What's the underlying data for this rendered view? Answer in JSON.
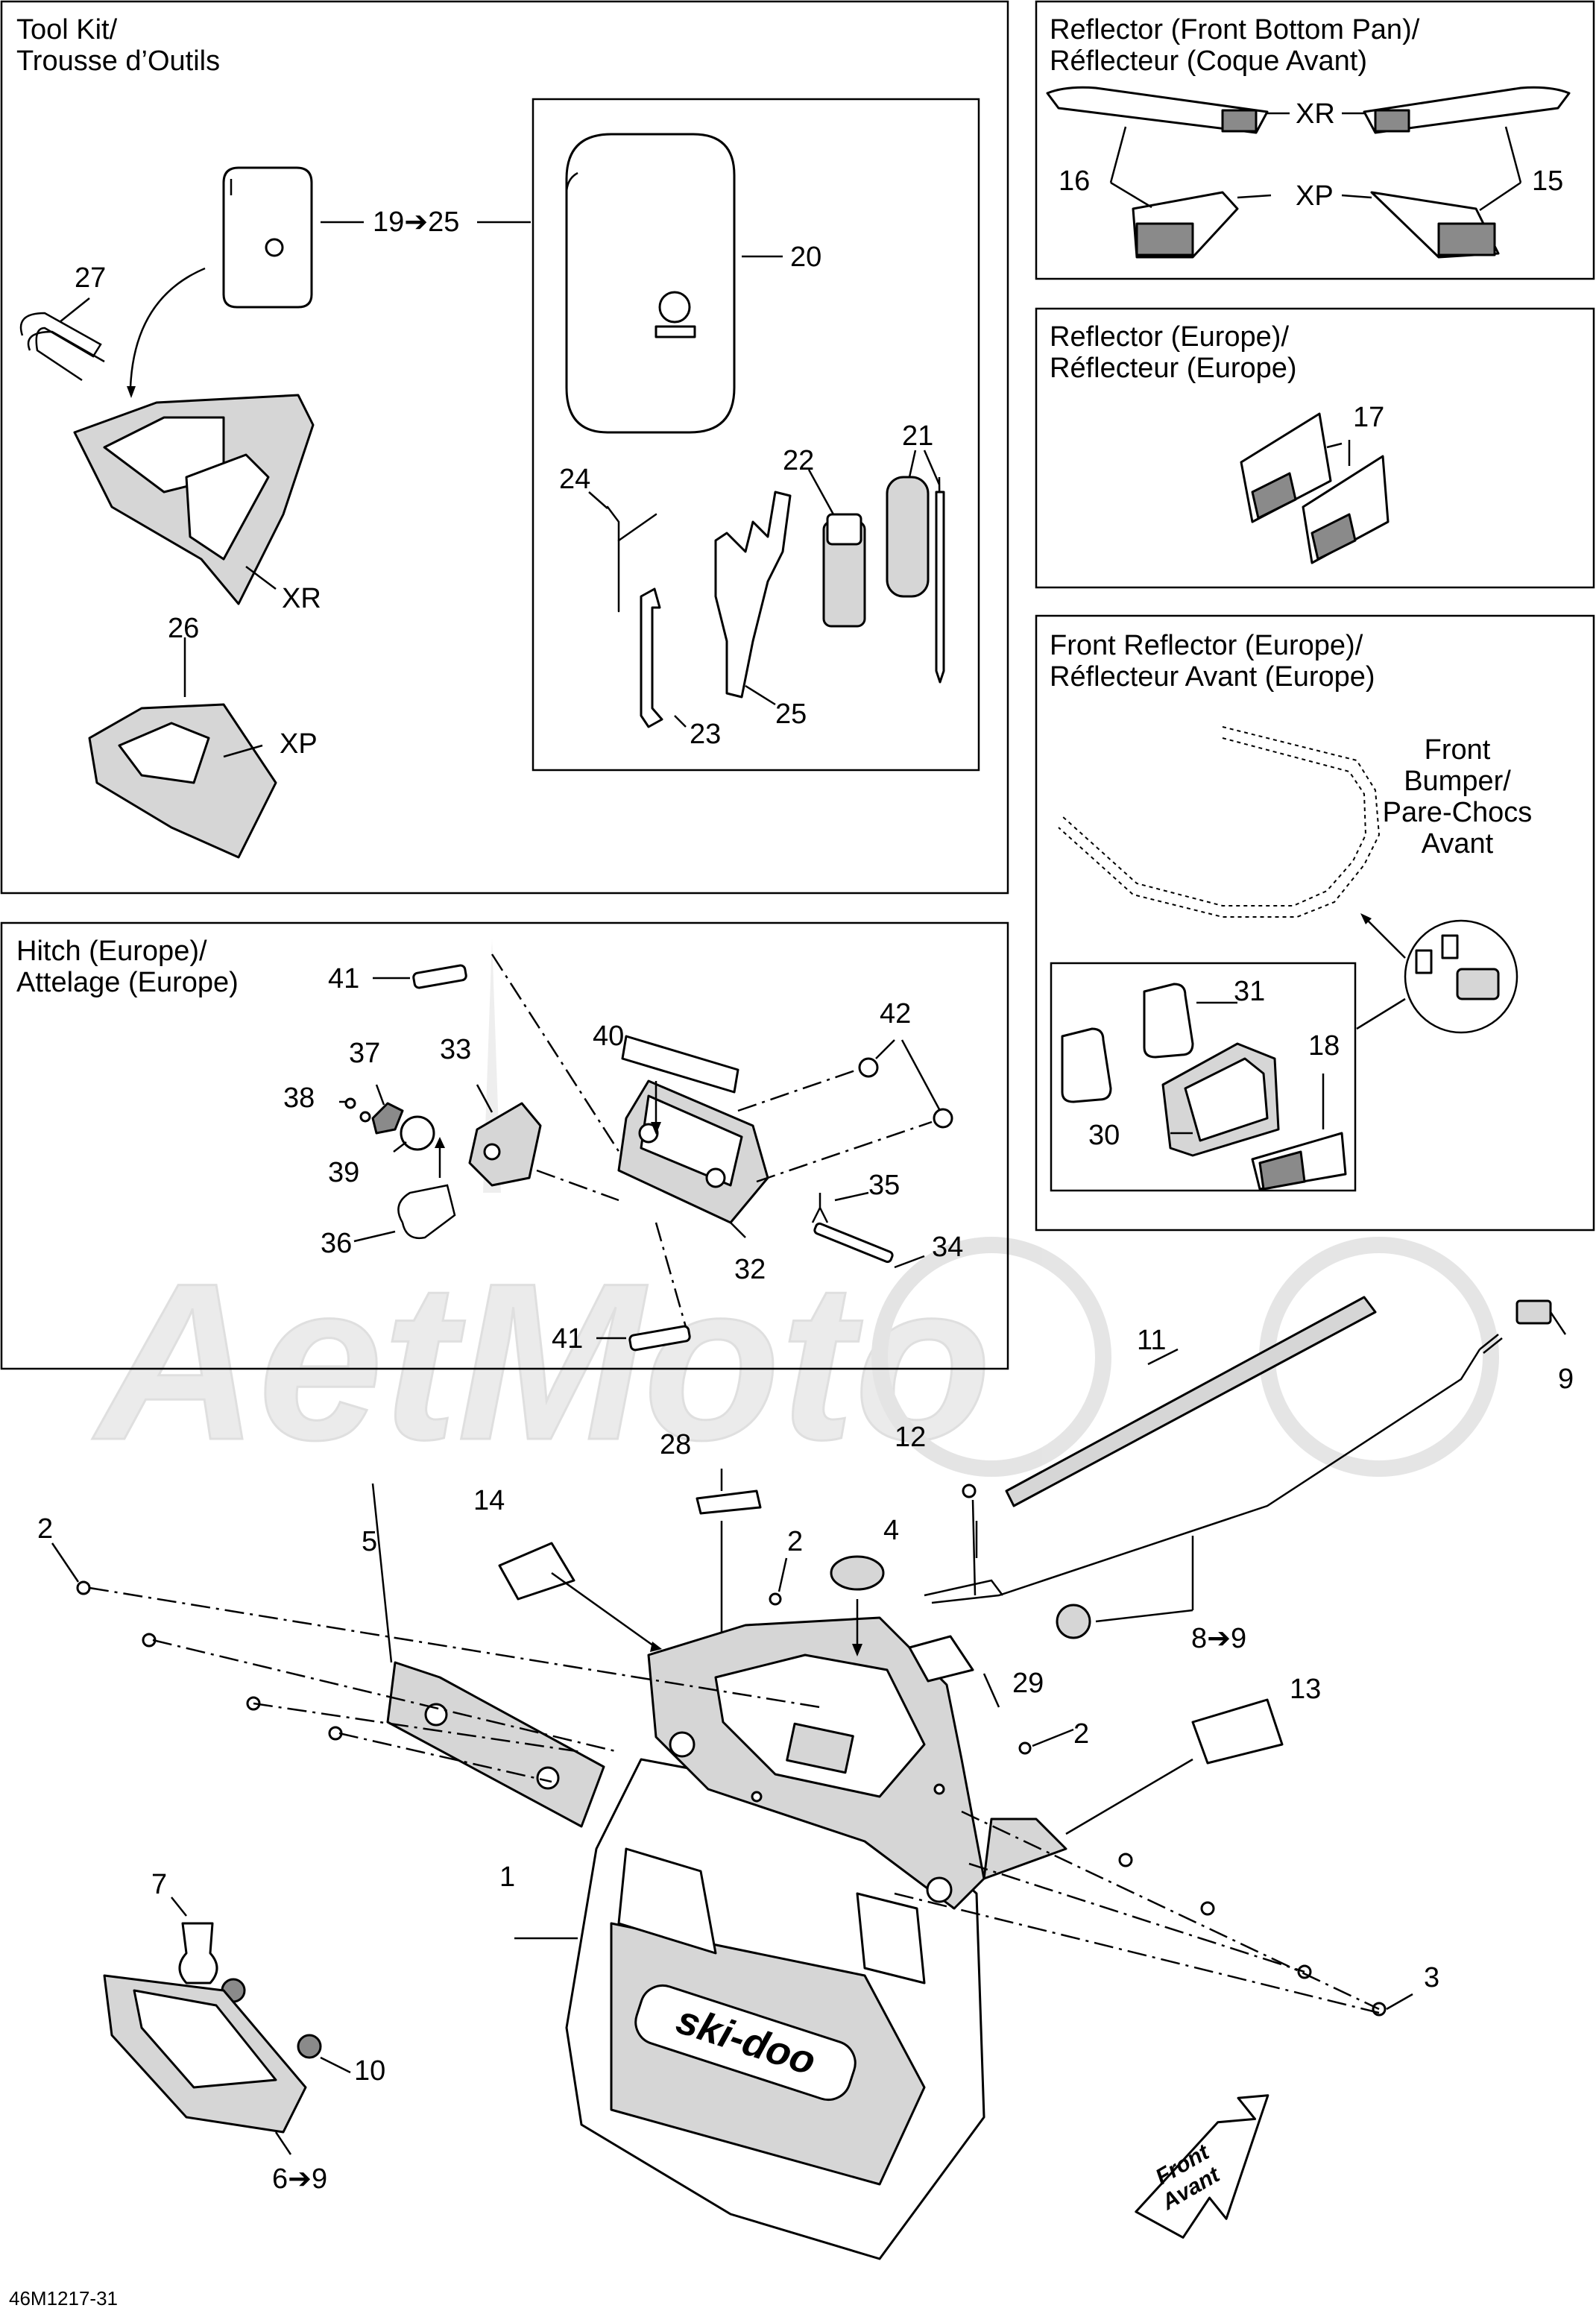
{
  "boxes": {
    "tool_kit": [
      "Tool Kit/",
      "Trousse d’Outils"
    ],
    "reflector_front_bottom": [
      "Reflector (Front Bottom Pan)/",
      "Réflecteur (Coque Avant)"
    ],
    "reflector_europe": [
      "Reflector (Europe)/",
      "Réflecteur (Europe)"
    ],
    "front_reflector_europe": [
      "Front Reflector (Europe)/",
      "Réflecteur Avant (Europe)"
    ],
    "hitch_europe": [
      "Hitch (Europe)/",
      "Attelage (Europe)"
    ]
  },
  "front_bumper": [
    "Front",
    "Bumper/",
    "Pare-Chocs",
    "Avant"
  ],
  "front_arrow": [
    "Front",
    "Avant"
  ],
  "brand_badge": "ski-doo",
  "watermark": "AetMoto",
  "figure_code": "46M1217-31",
  "labels": {
    "l1": "1",
    "l2a": "2",
    "l2b": "2",
    "l2c": "2",
    "l3": "3",
    "l4": "4",
    "l5": "5",
    "l6": "6➔9",
    "l7": "7",
    "l8": "8➔9",
    "l9": "9",
    "l10": "10",
    "l11": "11",
    "l12": "12",
    "l13": "13",
    "l14": "14",
    "l15": "15",
    "l16": "16",
    "l17": "17",
    "l18": "18",
    "l19": "19➔25",
    "l20": "20",
    "l21": "21",
    "l22": "22",
    "l23": "23",
    "l24": "24",
    "l25": "25",
    "l26": "26",
    "l27": "27",
    "l28": "28",
    "l29": "29",
    "l30": "30",
    "l31": "31",
    "l32": "32",
    "l33": "33",
    "l34": "34",
    "l35": "35",
    "l36": "36",
    "l37": "37",
    "l38": "38",
    "l39": "39",
    "l40": "40",
    "l41a": "41",
    "l41b": "41",
    "l42": "42",
    "xr_tool": "XR",
    "xp_tool": "XP",
    "xr_refl": "XR",
    "xp_refl": "XP"
  }
}
